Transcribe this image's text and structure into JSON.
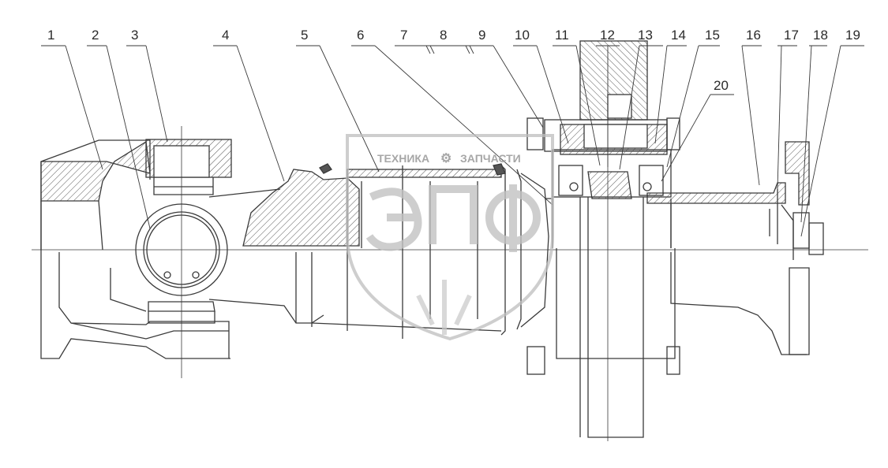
{
  "diagram": {
    "type": "technical assembly drawing",
    "callouts": [
      "1",
      "2",
      "3",
      "4",
      "5",
      "6",
      "7",
      "8",
      "9",
      "10",
      "11",
      "12",
      "13",
      "14",
      "15",
      "16",
      "17",
      "18",
      "19",
      "20"
    ],
    "watermark": {
      "line1_left": "ТЕХНИКА",
      "line1_right": "ЗАПЧАСТИ",
      "logo": "ЭПФ"
    },
    "colors": {
      "line": "#3a3a3a",
      "hatch": "#4a4a4a",
      "watermark": "#b0b0b0",
      "background": "#ffffff"
    }
  }
}
